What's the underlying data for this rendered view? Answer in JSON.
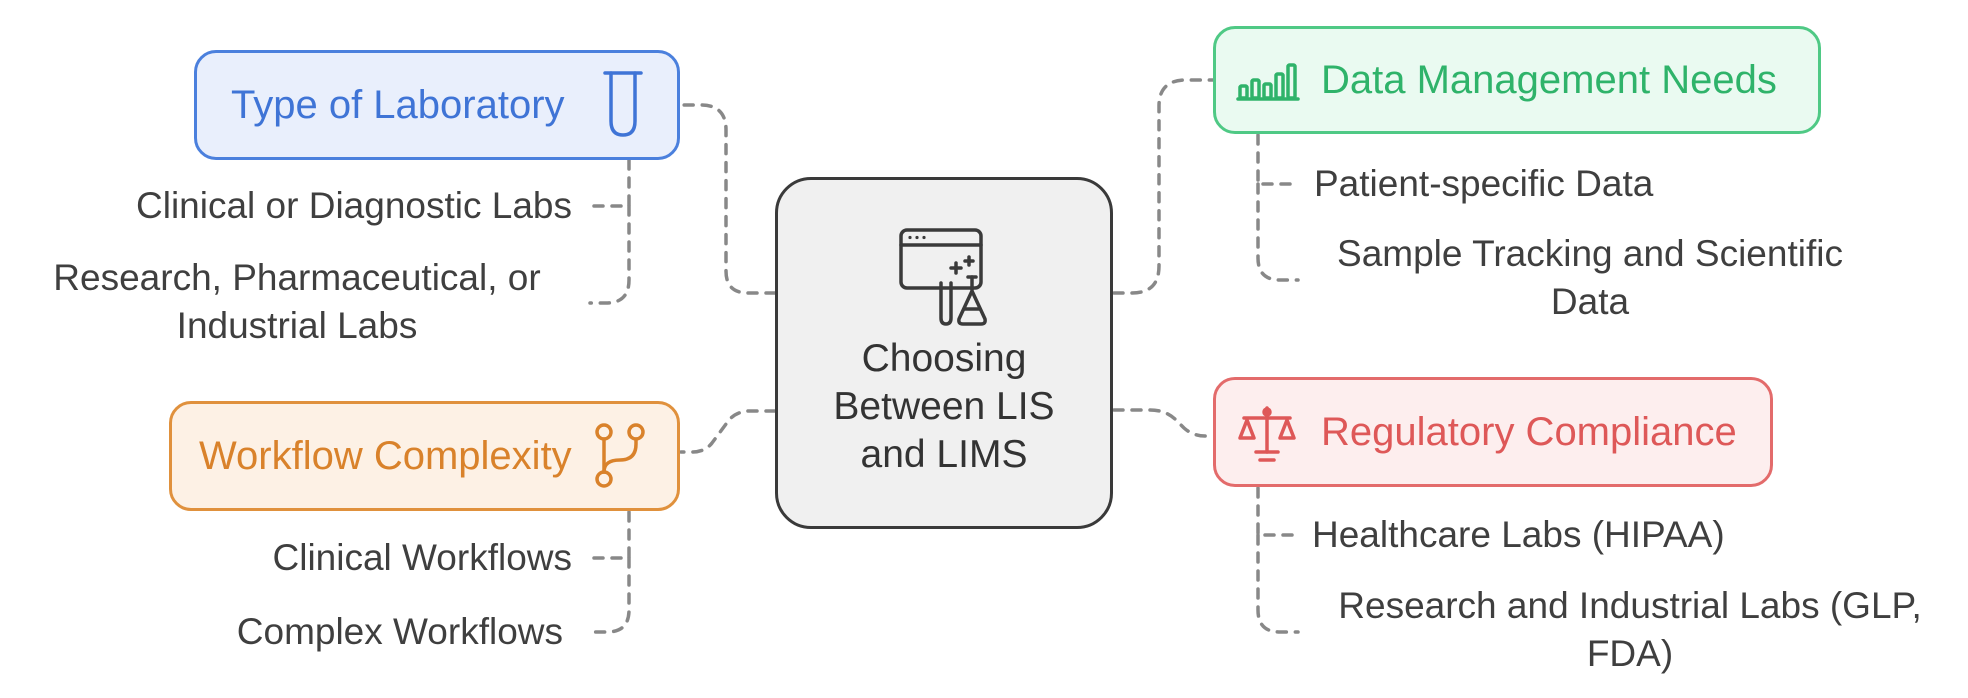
{
  "center": {
    "title_lines": [
      "Choosing",
      "Between LIS",
      "and LIMS"
    ],
    "icon": "browser-lab-flask-icon"
  },
  "branches": {
    "type_of_laboratory": {
      "title": "Type of Laboratory",
      "icon": "test-tube-icon",
      "color": "#4b80dd",
      "items": [
        {
          "lines": [
            "Clinical or Diagnostic Labs"
          ]
        },
        {
          "lines": [
            "Research, Pharmaceutical, or",
            "Industrial Labs"
          ]
        }
      ]
    },
    "workflow_complexity": {
      "title": "Workflow Complexity",
      "icon": "git-branch-icon",
      "color": "#e0913d",
      "items": [
        {
          "lines": [
            "Clinical Workflows"
          ]
        },
        {
          "lines": [
            "Complex Workflows"
          ]
        }
      ]
    },
    "data_management_needs": {
      "title": "Data Management Needs",
      "icon": "bar-chart-icon",
      "color": "#4fc985",
      "items": [
        {
          "lines": [
            "Patient-specific Data"
          ]
        },
        {
          "lines": [
            "Sample Tracking and Scientific",
            "Data"
          ]
        }
      ]
    },
    "regulatory_compliance": {
      "title": "Regulatory Compliance",
      "icon": "balance-scale-icon",
      "color": "#e36b6b",
      "items": [
        {
          "lines": [
            "Healthcare Labs (HIPAA)"
          ]
        },
        {
          "lines": [
            "Research and Industrial Labs (GLP,",
            "FDA)"
          ]
        }
      ]
    }
  }
}
